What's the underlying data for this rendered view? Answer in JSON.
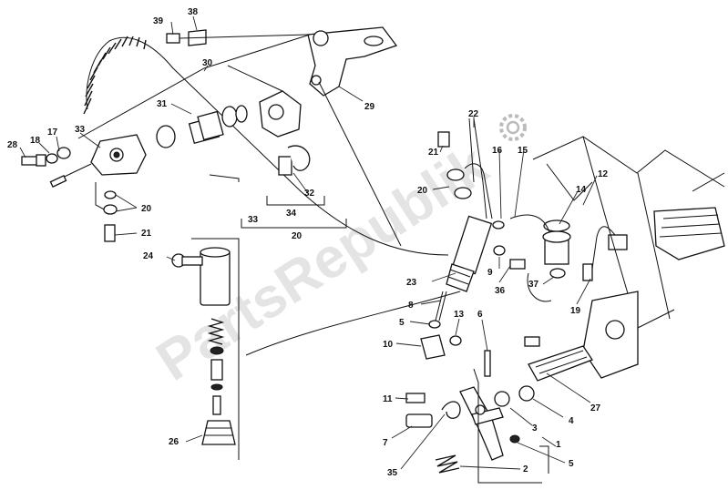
{
  "watermark": "PartsRepublik",
  "callouts": {
    "c1": "1",
    "c2": "2",
    "c3": "3",
    "c4": "4",
    "c5a": "5",
    "c5b": "5",
    "c6": "6",
    "c7": "7",
    "c8": "8",
    "c9": "9",
    "c10": "10",
    "c11": "11",
    "c12": "12",
    "c13": "13",
    "c14": "14",
    "c15": "15",
    "c16": "16",
    "c17": "17",
    "c18": "18",
    "c19": "19",
    "c20a": "20",
    "c20b": "20",
    "c20c": "20",
    "c21a": "21",
    "c21b": "21",
    "c22": "22",
    "c23": "23",
    "c24": "24",
    "c26": "26",
    "c27": "27",
    "c28": "28",
    "c29": "29",
    "c30": "30",
    "c31": "31",
    "c32": "32",
    "c33a": "33",
    "c33b": "33",
    "c34": "34",
    "c35": "35",
    "c36": "36",
    "c37": "37",
    "c38": "38",
    "c39": "39"
  },
  "icons": {
    "logo": "gear-icon"
  }
}
